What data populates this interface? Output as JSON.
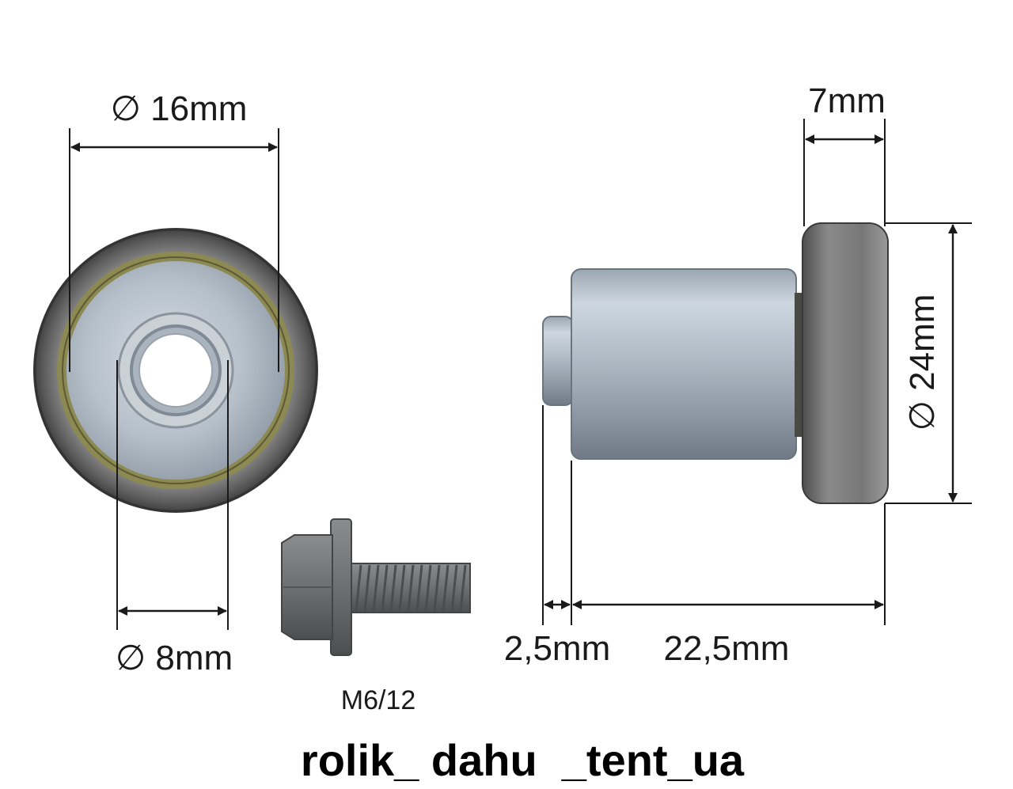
{
  "front_view": {
    "outer_diameter_label": "∅ 16mm",
    "inner_diameter_label": "∅ 8mm"
  },
  "bolt": {
    "label": "M6/12"
  },
  "side_view": {
    "wheel_width_label": "7mm",
    "wheel_diameter_label": "∅ 24mm",
    "step_length_label": "2,5mm",
    "sleeve_length_label": "22,5mm"
  },
  "brand": {
    "text": "rolik_ dahu  _tent_ua"
  },
  "colors": {
    "dimension_line": "#1a1a1a",
    "zinc_steel": "#b9c3cd",
    "wheel_grey": "#6e6e6e",
    "bearing_seal": "#8c8a52",
    "bolt_grey": "#6d6f70"
  }
}
